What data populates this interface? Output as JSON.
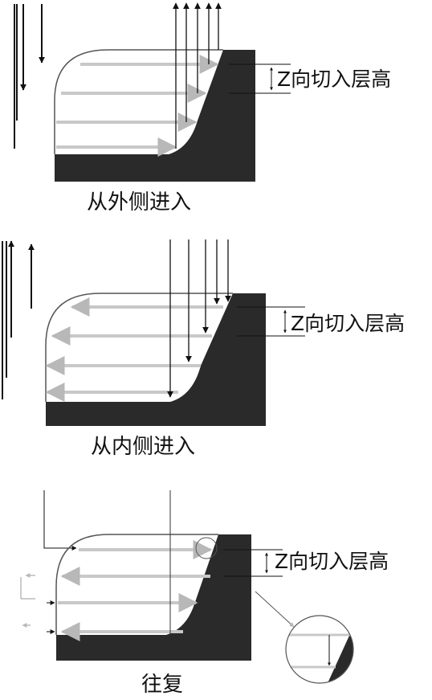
{
  "panels": [
    {
      "caption": "从外侧进入",
      "dim_label": "Z向切入层高"
    },
    {
      "caption": "从内侧进入",
      "dim_label": "Z向切入层高"
    },
    {
      "caption": "往复",
      "dim_label": "Z向切入层高"
    }
  ],
  "colors": {
    "material": "#2a2a2a",
    "toolpath": "#c8c8c8",
    "line": "#111111",
    "outline": "#555555"
  }
}
